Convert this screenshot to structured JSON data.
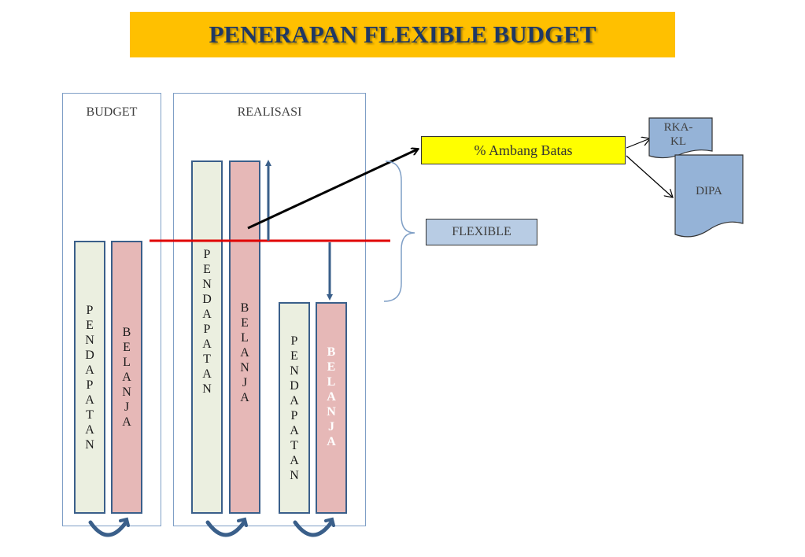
{
  "title": "PENERAPAN FLEXIBLE BUDGET",
  "panels": {
    "budget_label": "BUDGET",
    "realisasi_label": "REALISASI"
  },
  "bars": {
    "pendapatan": [
      "P",
      "E",
      "N",
      "D",
      "A",
      "P",
      "A",
      "T",
      "A",
      "N"
    ],
    "belanja": [
      "B",
      "E",
      "L",
      "A",
      "N",
      "J",
      "A"
    ]
  },
  "boxes": {
    "ambang": "% Ambang Batas",
    "flexible": "FLEXIBLE"
  },
  "documents": {
    "rka_kl_line1": "RKA-",
    "rka_kl_line2": "KL",
    "dipa": "DIPA"
  },
  "colors": {
    "title_bg": "#ffc000",
    "title_text": "#1f3864",
    "pendapatan_fill": "#ebefe0",
    "belanja_fill": "#e6b8b7",
    "ambang_fill": "#ffff00",
    "flexible_fill": "#b8cce4",
    "document_fill": "#95b3d7",
    "threshold_line": "#e00000"
  }
}
